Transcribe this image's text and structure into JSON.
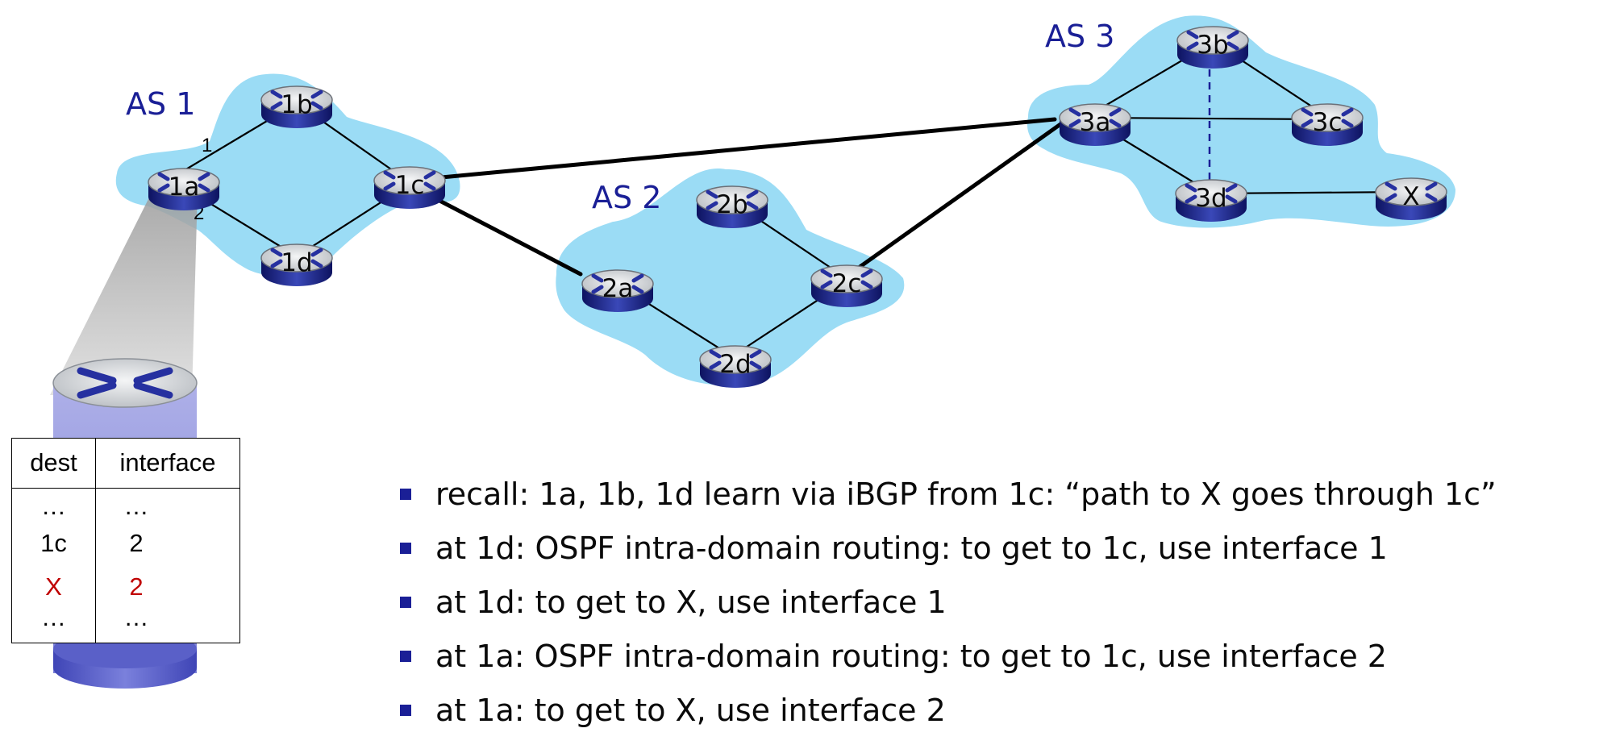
{
  "autonomous_systems": [
    {
      "id": "as1",
      "label": "AS 1"
    },
    {
      "id": "as2",
      "label": "AS 2"
    },
    {
      "id": "as3",
      "label": "AS 3"
    }
  ],
  "routers": {
    "r1a": "1a",
    "r1b": "1b",
    "r1c": "1c",
    "r1d": "1d",
    "r2a": "2a",
    "r2b": "2b",
    "r2c": "2c",
    "r2d": "2d",
    "r3a": "3a",
    "r3b": "3b",
    "r3c": "3c",
    "r3d": "3d",
    "rx": "X"
  },
  "interface_labels": {
    "if1": "1",
    "if2": "2"
  },
  "forwarding_table": {
    "headers": {
      "dest": "dest",
      "interface": "interface"
    },
    "rows": [
      {
        "dest": "…",
        "interface": "…",
        "color": "#000000"
      },
      {
        "dest": "1c",
        "interface": "2",
        "color": "#000000"
      },
      {
        "dest": "X",
        "interface": "2",
        "color": "#c00000"
      },
      {
        "dest": "…",
        "interface": "…",
        "color": "#000000"
      }
    ]
  },
  "bullets": [
    "recall: 1a, 1b, 1d learn via iBGP from 1c: “path to X goes through 1c”",
    "at 1d: OSPF intra-domain routing: to get to 1c, use  interface 1",
    "at 1d: to get to X, use  interface 1",
    "at 1a: OSPF intra-domain routing: to get to 1c, use  interface 2",
    "at 1a: to get to X, use  interface 2"
  ],
  "colors": {
    "as_cloud": "#9bdcf5",
    "as_label": "#1a1f96",
    "highlight_row": "#c00000",
    "router_body": "#1f2a8a",
    "router_top": "#d9dcdf",
    "bullet": "#1a1f96"
  },
  "icons": {
    "router": "router-icon",
    "router_large": "router-cylinder-icon"
  }
}
